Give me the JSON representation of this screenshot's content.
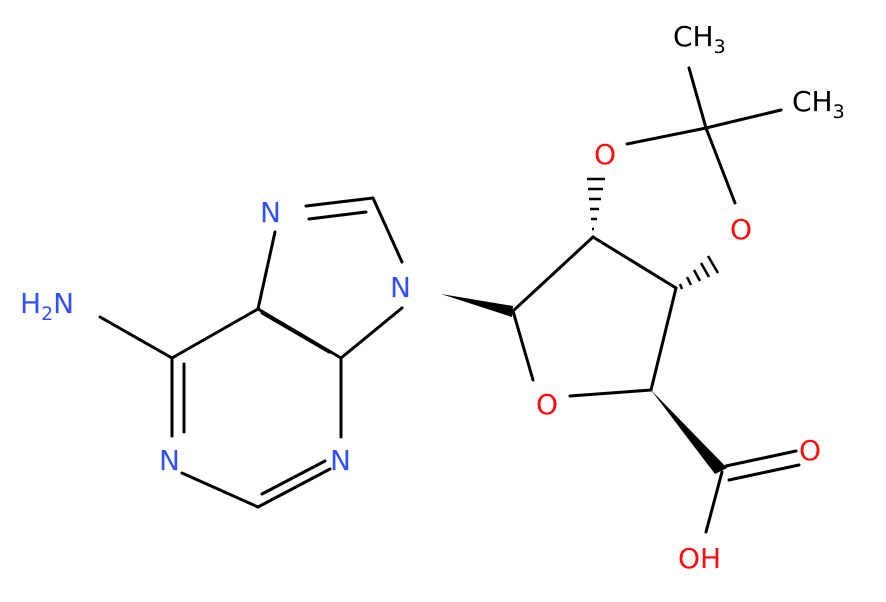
{
  "molecule": {
    "atom_labels": {
      "amine": "H2N",
      "amine_main": "H",
      "amine_sub": "2",
      "amine_n": "N",
      "n_imidazole": "N",
      "n9": "N",
      "n1": "N",
      "n3": "N",
      "o_ring": "O",
      "o_dioxolane_1": "O",
      "o_dioxolane_2": "O",
      "o_carbonyl": "O",
      "hydroxyl": "OH",
      "methyl_1": "CH3",
      "methyl_1_main": "CH",
      "methyl_1_sub": "3",
      "methyl_2": "CH3",
      "methyl_2_main": "CH",
      "methyl_2_sub": "3"
    },
    "colors": {
      "bond": "#000000",
      "nitrogen": "#3050f8",
      "oxygen": "#ff0d0d",
      "carbon": "#000000"
    }
  }
}
